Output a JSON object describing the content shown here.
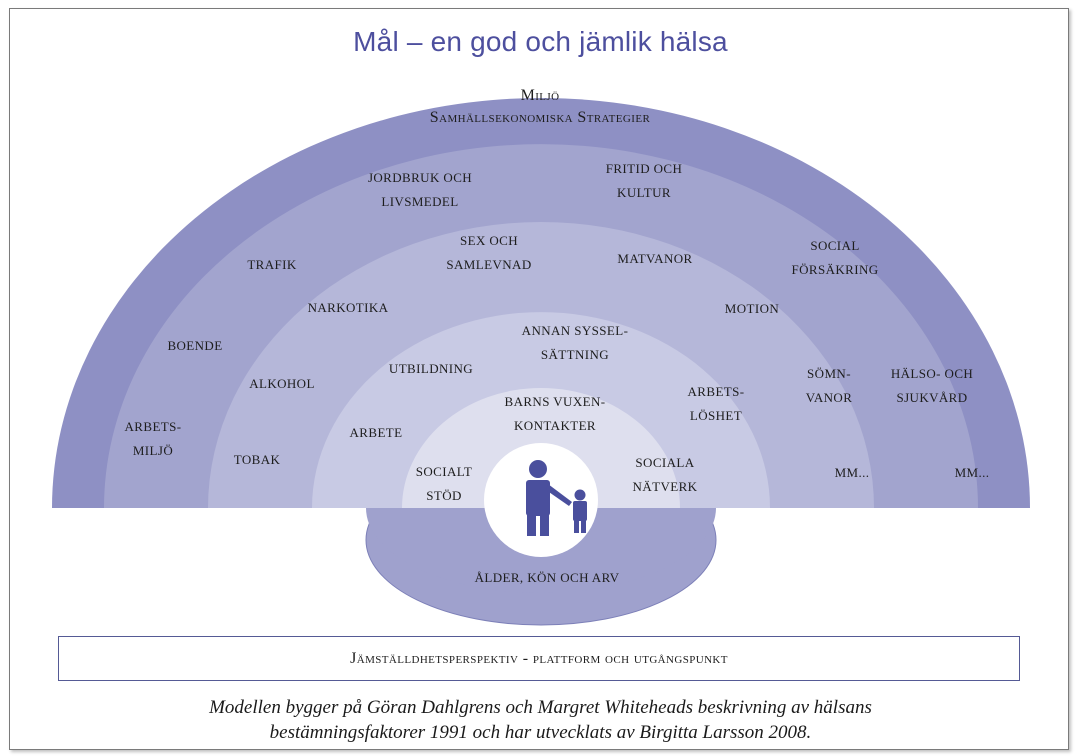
{
  "title": "Mål – en god och jämlik hälsa",
  "colors": {
    "ring_outer": "#8e90c4",
    "ring_2": "#a3a5cf",
    "ring_3": "#b6b8da",
    "ring_4": "#caccE5",
    "ring_5": "#dfe0ef",
    "center": "#ffffff",
    "base": "#9fa1cd",
    "figure": "#4a4f9d",
    "text": "#1d1d1d"
  },
  "outer_ring": {
    "line1": "Miljö",
    "line2": "Samhällsekonomiska Strategier"
  },
  "ring2": {
    "jordbruk": [
      "JORDBRUK OCH",
      "LIVSMEDEL"
    ],
    "fritid": [
      "FRITID OCH",
      "KULTUR"
    ],
    "trafik": "TRAFIK",
    "social": [
      "SOCIAL",
      "FÖRSÄKRING"
    ],
    "boende": "BOENDE",
    "halso": [
      "HÄLSO- OCH",
      "SJUKVÅRD"
    ],
    "arbetsmiljo": [
      "ARBETS-",
      "MILJÖ"
    ],
    "mm": "MM..."
  },
  "ring3": {
    "sex": [
      "SEX OCH",
      "SAMLEVNAD"
    ],
    "matvanor": "MATVANOR",
    "narkotika": "NARKOTIKA",
    "motion": "MOTION",
    "alkohol": "ALKOHOL",
    "somn": [
      "SÖMN-",
      "VANOR"
    ],
    "tobak": "TOBAK",
    "mm": "MM..."
  },
  "ring4": {
    "annan": [
      "ANNAN SYSSEL-",
      "SÄTTNING"
    ],
    "utbildning": "UTBILDNING",
    "arbetsloshet": [
      "ARBETS-",
      "LÖSHET"
    ],
    "arbete": "ARBETE"
  },
  "ring5": {
    "barns": [
      "BARNS VUXEN-",
      "KONTAKTER"
    ],
    "socialt": [
      "SOCIALT",
      "STÖD"
    ],
    "sociala": [
      "SOCIALA",
      "NÄTVERK"
    ]
  },
  "base_label": "ÅLDER, KÖN OCH ARV",
  "center_icon": "adult-and-child-icon",
  "platform": "Jämställdhetsperspektiv - plattform och utgångspunkt",
  "caption": [
    "Modellen bygger på Göran Dahlgrens och Margret Whiteheads beskrivning av hälsans",
    "bestämningsfaktorer 1991 och har utvecklats av Birgitta Larsson 2008."
  ]
}
